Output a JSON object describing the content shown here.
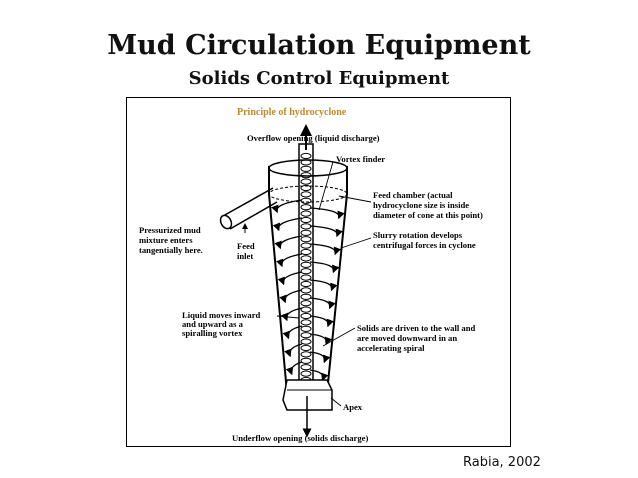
{
  "slide": {
    "title": "Mud Circulation Equipment",
    "subtitle": "Solids Control Equipment",
    "caption": "Rabia, 2002"
  },
  "diagram": {
    "title": "Principle of hydrocyclone",
    "title_color": "#c08a28",
    "labels": {
      "overflow": "Overflow opening (liquid discharge)",
      "vortex_finder": "Vortex finder",
      "feed_chamber": [
        "Feed chamber (actual",
        "hydrocyclone size is inside",
        "diameter of cone at this point)"
      ],
      "slurry_rotation": [
        "Slurry rotation develops",
        "centrifugal forces in cyclone"
      ],
      "pressurized_mud": [
        "Pressurized mud",
        "mixture enters",
        "tangentially here."
      ],
      "feed_inlet": [
        "Feed",
        "inlet"
      ],
      "liquid_moves": [
        "Liquid moves inward",
        "and upward as a",
        "spiralling vortex"
      ],
      "solids_driven": [
        "Solids are driven to the wall and",
        "are moved downward in an",
        "accelerating spiral"
      ],
      "apex": "Apex",
      "underflow": "Underflow opening (solids discharge)"
    }
  }
}
